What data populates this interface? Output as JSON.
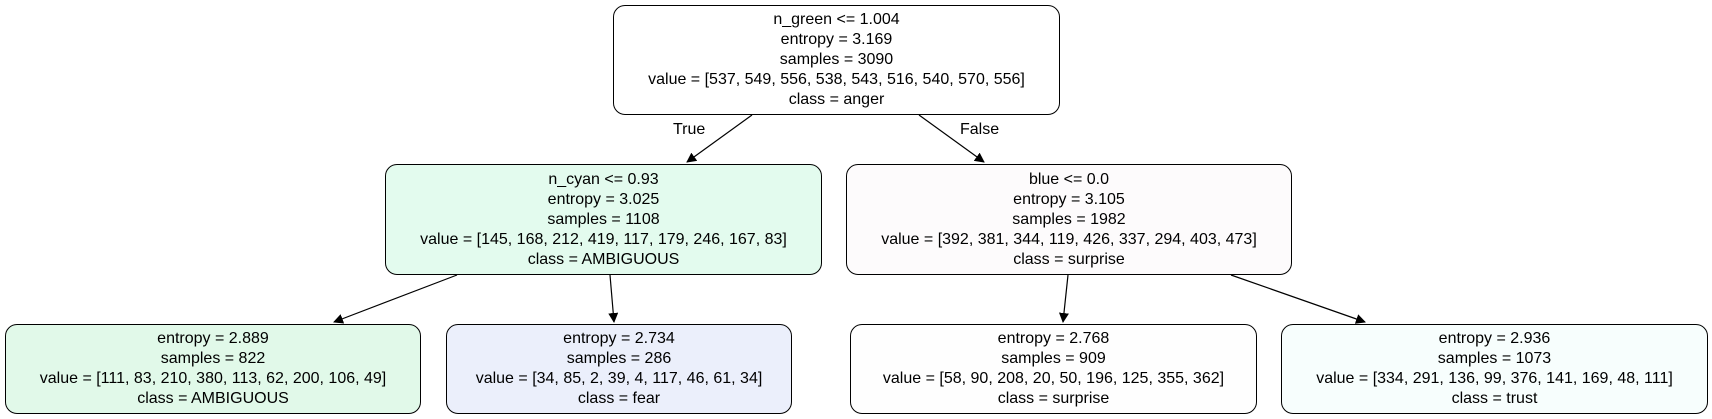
{
  "tree": {
    "edge_labels": {
      "true_label": "True",
      "false_label": "False"
    },
    "nodes": [
      {
        "id": "root",
        "fill": "#ffffff",
        "lines": [
          "n_green <= 1.004",
          "entropy = 3.169",
          "samples = 3090",
          "value = [537, 549, 556, 538, 543, 516, 540, 570, 556]",
          "class = anger"
        ]
      },
      {
        "id": "left",
        "fill": "#e3fbee",
        "lines": [
          "n_cyan <= 0.93",
          "entropy = 3.025",
          "samples = 1108",
          "value = [145, 168, 212, 419, 117, 179, 246, 167, 83]",
          "class = AMBIGUOUS"
        ]
      },
      {
        "id": "right",
        "fill": "#fdfbfc",
        "lines": [
          "blue <= 0.0",
          "entropy = 3.105",
          "samples = 1982",
          "value = [392, 381, 344, 119, 426, 337, 294, 403, 473]",
          "class = surprise"
        ]
      },
      {
        "id": "ll",
        "fill": "#e1f9e9",
        "lines": [
          "entropy = 2.889",
          "samples = 822",
          "value = [111, 83, 210, 380, 113, 62, 200, 106, 49]",
          "class = AMBIGUOUS"
        ]
      },
      {
        "id": "lr",
        "fill": "#ebeffb",
        "lines": [
          "entropy = 2.734",
          "samples = 286",
          "value = [34, 85, 2, 39, 4, 117, 46, 61, 34]",
          "class = fear"
        ]
      },
      {
        "id": "rl",
        "fill": "#fefefe",
        "lines": [
          "entropy = 2.768",
          "samples = 909",
          "value = [58, 90, 208, 20, 50, 196, 125, 355, 362]",
          "class = surprise"
        ]
      },
      {
        "id": "rr",
        "fill": "#f7fefd",
        "lines": [
          "entropy = 2.936",
          "samples = 1073",
          "value = [334, 291, 136, 99, 376, 141, 169, 48, 111]",
          "class = trust"
        ]
      }
    ]
  }
}
